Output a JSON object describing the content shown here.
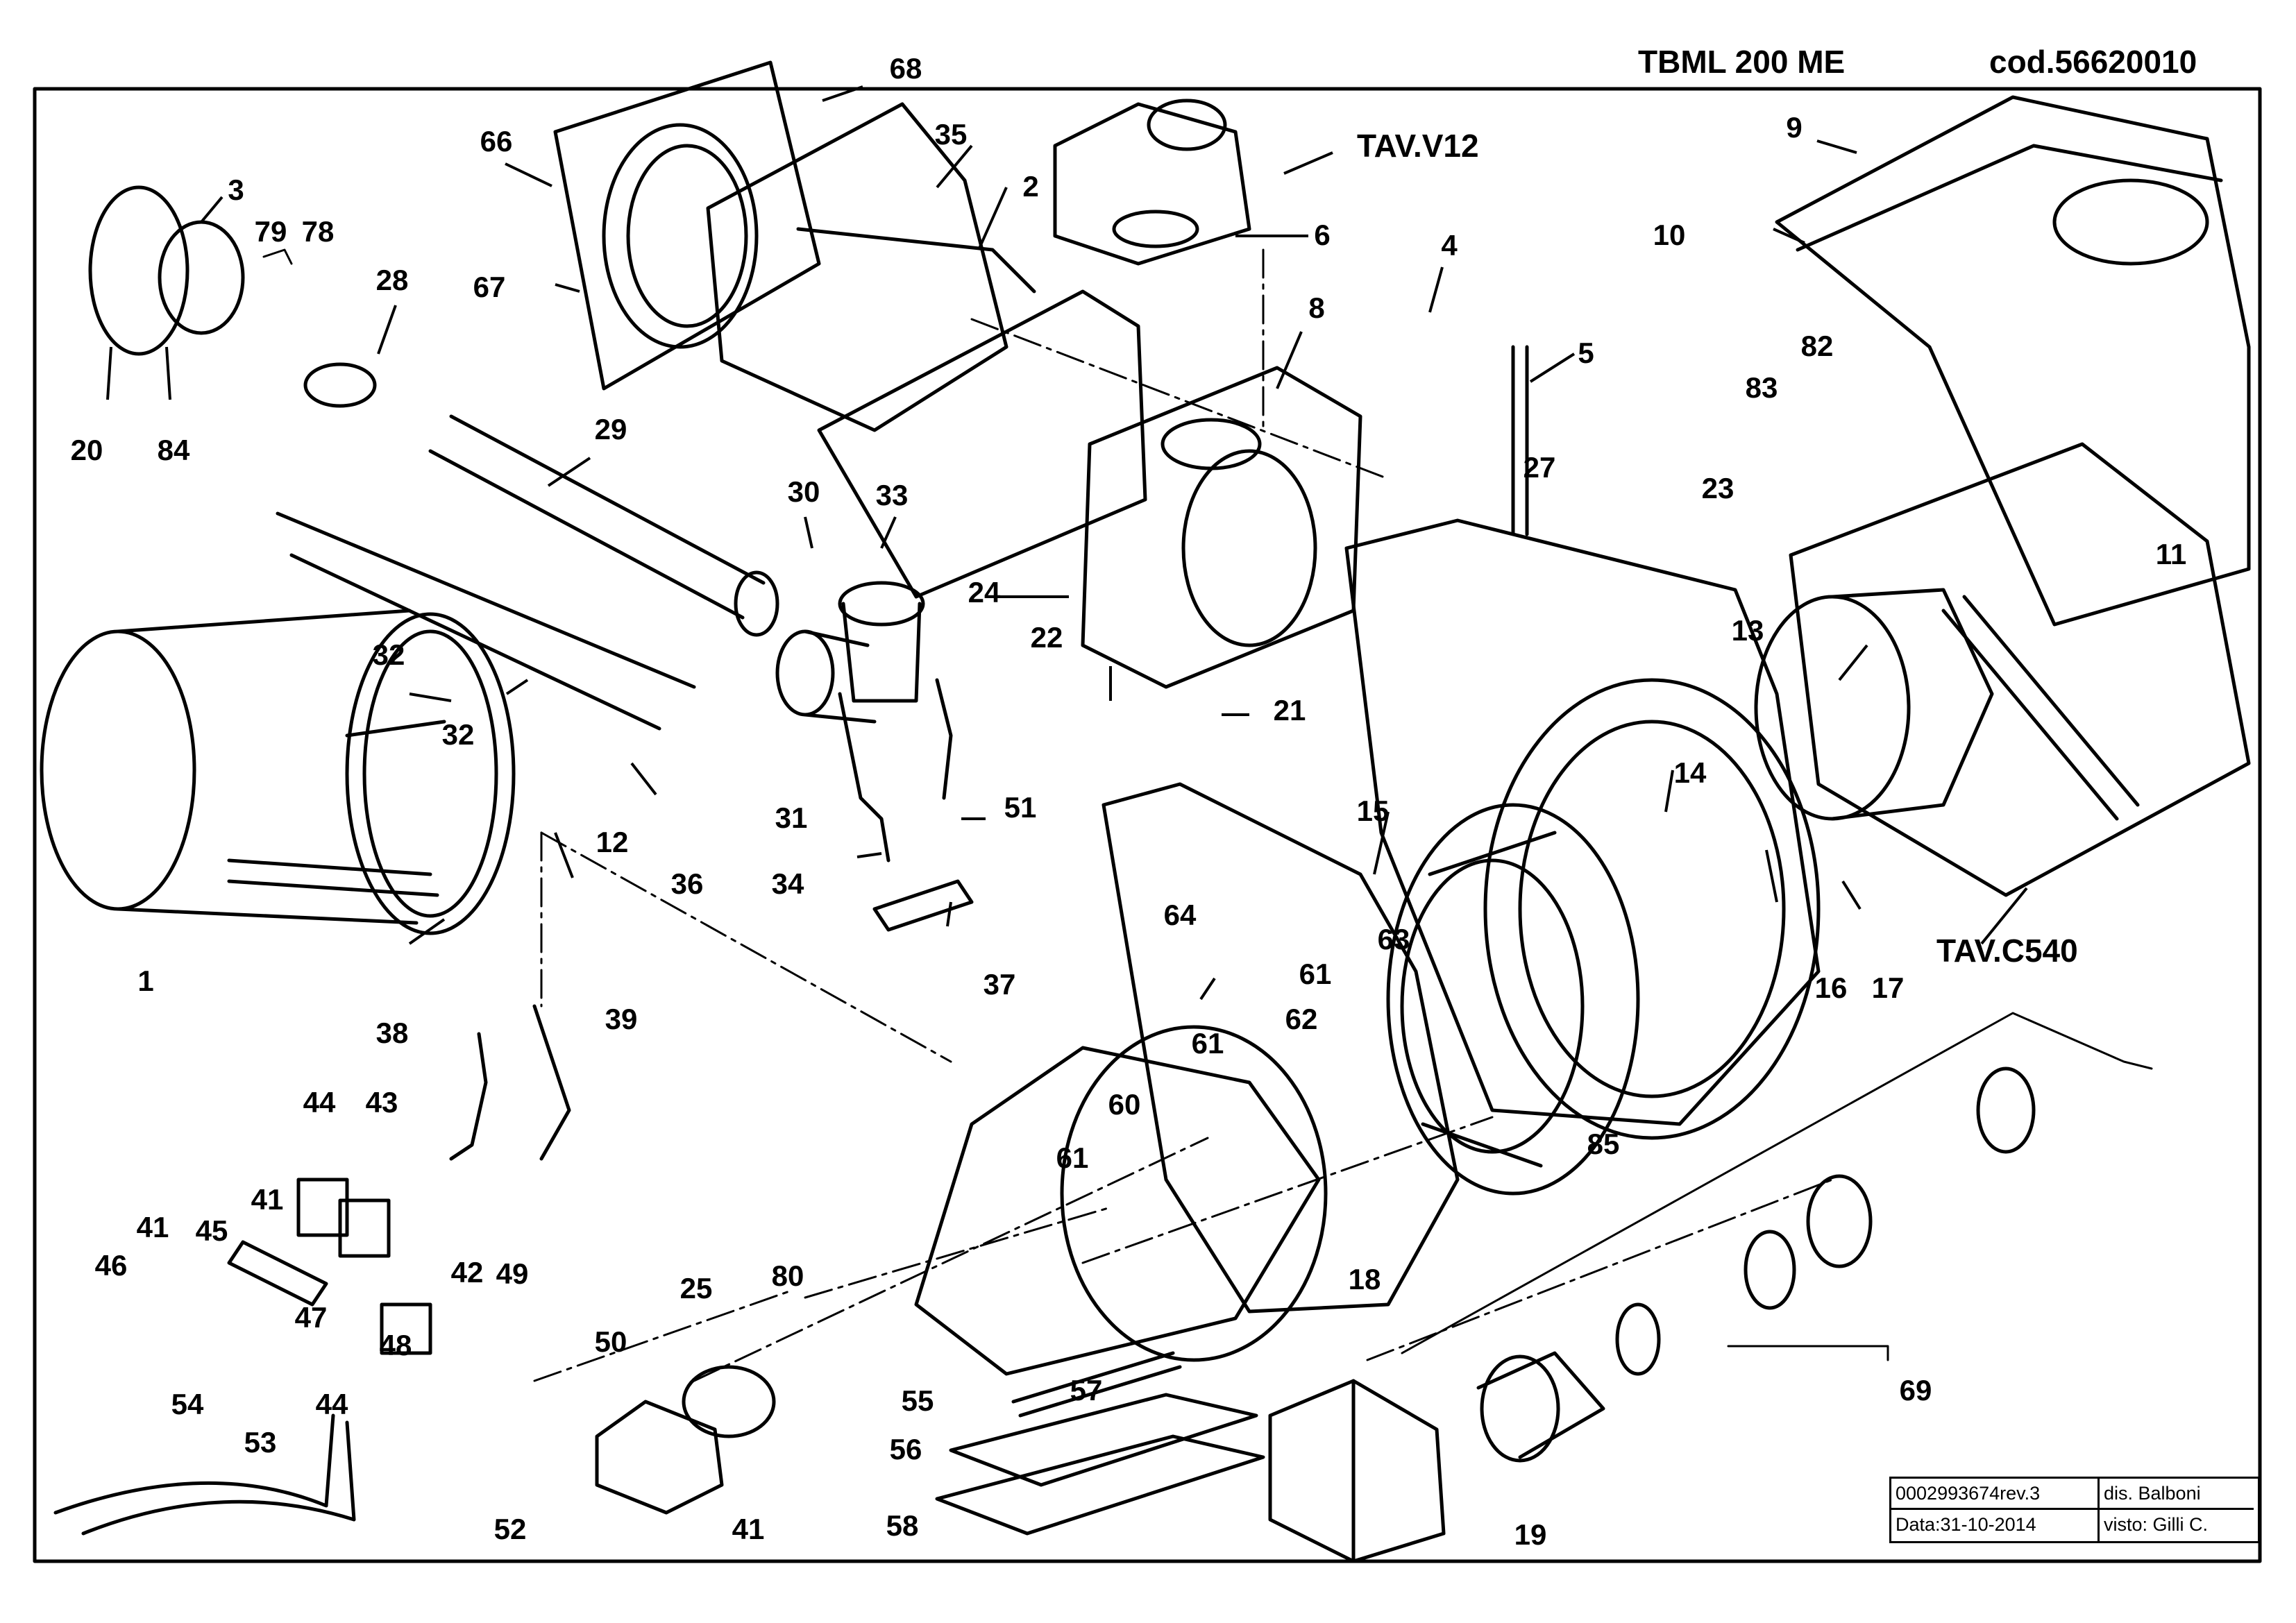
{
  "header": {
    "model": "TBML 200 ME",
    "code": "cod.56620010"
  },
  "title_block": {
    "drawing_number": "0002993674rev.3",
    "drawn_by": "dis. Balboni",
    "date": "Data:31-10-2014",
    "checked_by": "visto: Gilli C."
  },
  "references": [
    "TAV.V12",
    "TAV.C540"
  ],
  "part_labels": [
    "1",
    "2",
    "3",
    "4",
    "5",
    "6",
    "8",
    "9",
    "10",
    "11",
    "12",
    "13",
    "14",
    "15",
    "16",
    "17",
    "18",
    "19",
    "20",
    "21",
    "22",
    "23",
    "24",
    "25",
    "27",
    "28",
    "29",
    "30",
    "31",
    "32",
    "32",
    "33",
    "34",
    "35",
    "36",
    "37",
    "38",
    "39",
    "41",
    "41",
    "41",
    "42",
    "43",
    "44",
    "44",
    "45",
    "46",
    "47",
    "48",
    "49",
    "50",
    "51",
    "52",
    "53",
    "54",
    "55",
    "56",
    "57",
    "58",
    "60",
    "61",
    "61",
    "61",
    "62",
    "63",
    "64",
    "66",
    "67",
    "68",
    "69",
    "78",
    "79",
    "80",
    "82",
    "83",
    "84",
    "85"
  ],
  "colors": {
    "line": "#000000",
    "background": "#ffffff"
  }
}
